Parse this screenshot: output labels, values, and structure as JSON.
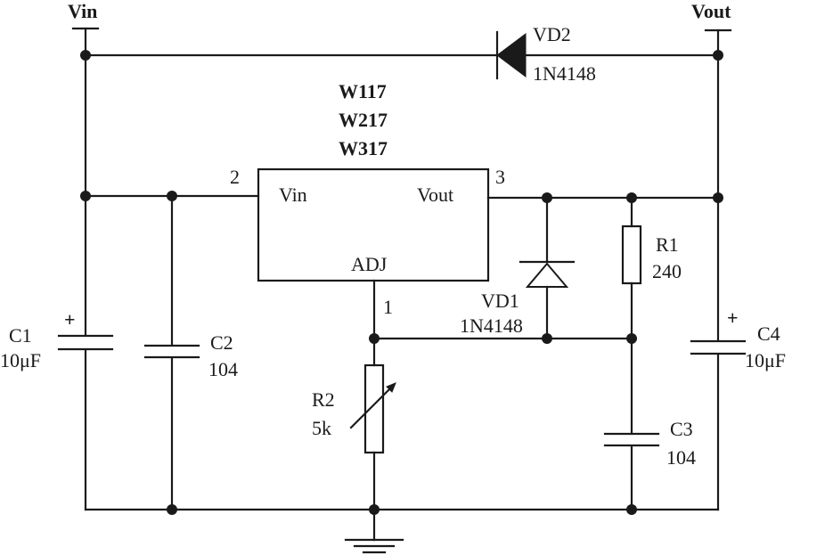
{
  "terminals": {
    "vin": "Vin",
    "vout": "Vout"
  },
  "regulator": {
    "models": [
      "W117",
      "W217",
      "W317"
    ],
    "pin_in": "Vin",
    "pin_out": "Vout",
    "pin_adj": "ADJ",
    "pin_num_in": "2",
    "pin_num_out": "3",
    "pin_num_adj": "1"
  },
  "components": {
    "vd2": {
      "ref": "VD2",
      "value": "1N4148"
    },
    "vd1": {
      "ref": "VD1",
      "value": "1N4148"
    },
    "r1": {
      "ref": "R1",
      "value": "240"
    },
    "r2": {
      "ref": "R2",
      "value": "5k"
    },
    "c1": {
      "ref": "C1",
      "value": "10μF",
      "polarity": "+"
    },
    "c2": {
      "ref": "C2",
      "value": "104"
    },
    "c3": {
      "ref": "C3",
      "value": "104"
    },
    "c4": {
      "ref": "C4",
      "value": "10μF",
      "polarity": "+"
    }
  }
}
